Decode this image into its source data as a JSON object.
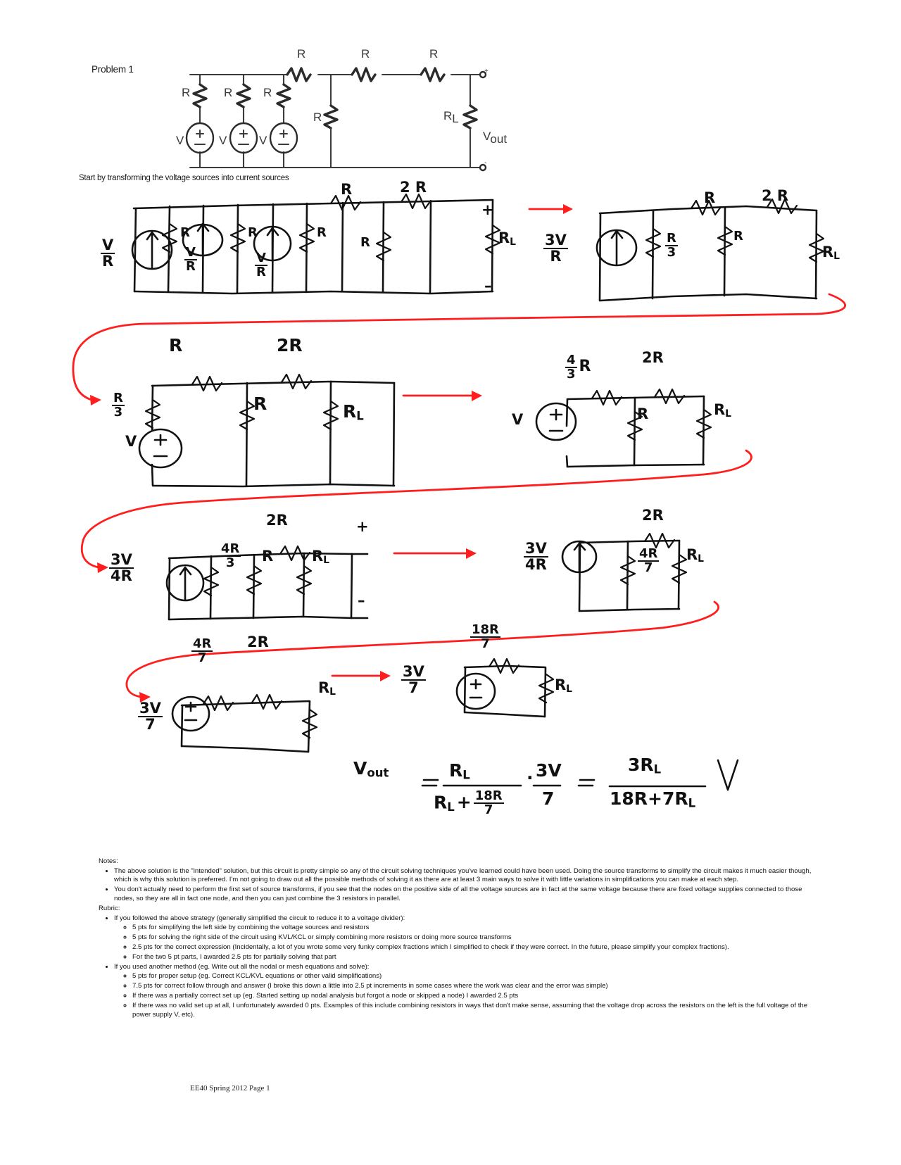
{
  "document": {
    "problem_title": "Problem 1",
    "start_note": "Start by transforming the voltage sources into current sources",
    "footer": "EE40 Spring 2012 Page 1"
  },
  "schematic_top": {
    "resistor_labels": [
      "R",
      "R",
      "R",
      "R",
      "R",
      "R",
      "R"
    ],
    "left_resistors": [
      "R",
      "R",
      "R"
    ],
    "source_labels": [
      "V",
      "V",
      "V"
    ],
    "mid_resistor": "R",
    "load_resistor": "R",
    "load_sub": "L",
    "vout_label": "V",
    "vout_sub": "out",
    "plus": "+",
    "minus": "-"
  },
  "step2_left": {
    "caption": "Start by transforming the voltage sources into current sources",
    "src1_num": "V",
    "src1_den": "R",
    "src2_num": "V",
    "src2_den": "R",
    "src3_num": "V",
    "src3_den": "R",
    "r1": "R",
    "r2": "R",
    "r3": "R",
    "r_mid": "R",
    "r_top1": "R",
    "r_top2": "2 R",
    "rl": "R",
    "rl_sub": "L",
    "plus": "+",
    "minus": "–"
  },
  "step2_right": {
    "src_num": "3V",
    "src_den": "R",
    "r_par_num": "R",
    "r_par_den": "3",
    "r_shunt": "R",
    "r_top1": "R",
    "r_top2": "2 R",
    "rl": "R",
    "rl_sub": "L"
  },
  "step3_left": {
    "src_label": "V",
    "r_series_num": "R",
    "r_series_den": "3",
    "r_top1": "R",
    "r_top2": "2R",
    "r_shunt": "R",
    "rl": "R",
    "rl_sub": "L"
  },
  "step3_right": {
    "src_label": "V",
    "r_top1_num": "4",
    "r_top1_den": "3",
    "r_top1_unit": "R",
    "r_top2": "2R",
    "r_shunt": "R",
    "rl": "R",
    "rl_sub": "L"
  },
  "step4_left": {
    "src_num": "3V",
    "src_den": "4R",
    "r_par_num": "4R",
    "r_par_den": "3",
    "r_shunt": "R",
    "r_top": "2R",
    "rl": "R",
    "rl_sub": "L",
    "plus": "+",
    "minus": "–"
  },
  "step4_right": {
    "src_num": "3V",
    "src_den": "4R",
    "r_par_num": "4R",
    "r_par_den": "7",
    "r_top": "2R",
    "rl": "R",
    "rl_sub": "L"
  },
  "step5_left": {
    "src_num": "3V",
    "src_den": "7",
    "r_top1_num": "4R",
    "r_top1_den": "7",
    "r_top2": "2R",
    "rl": "R",
    "rl_sub": "L"
  },
  "step5_right": {
    "src_num": "3V",
    "src_den": "7",
    "r_top_num": "18R",
    "r_top_den": "7",
    "rl": "R",
    "rl_sub": "L"
  },
  "final_equation": {
    "lhs": "V",
    "lhs_sub": "out",
    "eq1": "=",
    "divider_num": "R",
    "divider_num_sub": "L",
    "divider_den_a": "R",
    "divider_den_a_sub": "L",
    "divider_den_plus": "+",
    "divider_den_frac_num": "18R",
    "divider_den_frac_den": "7",
    "dot": ".",
    "src_num": "3V",
    "src_den": "7",
    "eq2": "=",
    "result_num": "3R",
    "result_num_sub": "L",
    "result_den": "18R+7R",
    "result_den_sub": "L",
    "unit": "V"
  },
  "notes": {
    "heading": "Notes:",
    "items": [
      "The above solution is the \"intended\" solution, but this circuit is pretty simple so any of the circuit solving techniques you've learned could have been used. Doing the source transforms to simplify the circuit makes it much easier though, which is why this solution is preferred. I'm not going to draw out all the possible methods of solving it as there are at least 3 main ways to solve it with little variations in simplifications you can make at each step.",
      "You don't actually need to perform the first set of source transforms, if you see that the nodes on the positive side of all the voltage sources are in fact at the same voltage because there are fixed voltage supplies connected to those nodes, so they are all in fact one node, and then you can just combine the 3 resistors in parallel."
    ]
  },
  "rubric": {
    "heading": "Rubric:",
    "groups": [
      {
        "lead": "If you followed the above strategy (generally simplified the circuit to reduce it to a voltage divider):",
        "items": [
          "5 pts for simplifying the left side by combining the voltage sources and resistors",
          "5 pts for solving the right side of the circuit using KVL/KCL or simply combining more resistors or doing more source transforms",
          "2.5 pts for the correct expression (Incidentally, a lot of you wrote some very funky complex fractions which I simplified to check if they were correct. In the future, please simplify your complex fractions).",
          "For the two 5 pt parts, I awarded 2.5 pts for partially solving that part"
        ]
      },
      {
        "lead": "If you used another method (eg. Write out all the nodal or mesh equations and solve):",
        "items": [
          "5 pts for proper setup (eg. Correct KCL/KVL equations or other valid simplifications)",
          "7.5 pts for correct follow through and answer (I broke this down a little into 2.5 pt increments in some cases where the work was clear and the error was simple)",
          "If there was a partially correct set up (eg. Started setting up nodal analysis but forgot a node or skipped a node) I awarded 2.5 pts",
          "If there was no valid set up at all, I unfortunately awarded 0 pts. Examples of this include combining resistors in ways that don't make sense, assuming that the voltage drop across the resistors on the left is the full voltage of the power supply V, etc)."
        ]
      }
    ]
  },
  "colors": {
    "ink": "#111111",
    "red_arrow": "#ff1d1d",
    "printed": "#3c3c3c"
  }
}
